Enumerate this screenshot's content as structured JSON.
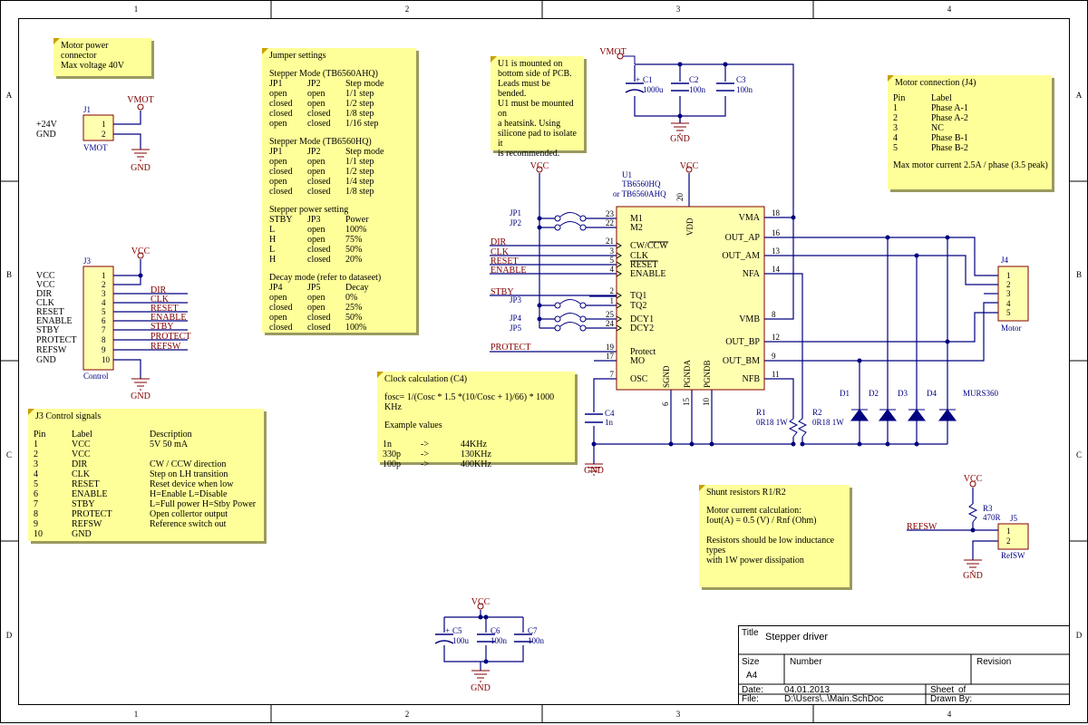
{
  "title_block": {
    "title_label": "Title",
    "title": "Stepper driver",
    "size_label": "Size",
    "size": "A4",
    "number_label": "Number",
    "revision_label": "Revision",
    "date_label": "Date:",
    "date": "04.01.2013",
    "file_label": "File:",
    "file": "D:\\Users\\..\\Main.SchDoc",
    "sheet_label": "Sheet",
    "sheet_of": "of",
    "drawn_label": "Drawn By:"
  },
  "frame": {
    "cols": [
      "1",
      "2",
      "3",
      "4"
    ],
    "rows": [
      "A",
      "B",
      "C",
      "D"
    ]
  },
  "notes": {
    "motor_power": [
      "Motor power connector",
      "Max voltage 40V"
    ],
    "jumper": {
      "title": "Jumper settings",
      "sections": [
        {
          "heading": "Stepper Mode (TB6560AHQ)",
          "rows": [
            [
              "JP1",
              "JP2",
              "Step mode"
            ],
            [
              "open",
              "open",
              "1/1 step"
            ],
            [
              "closed",
              "open",
              "1/2 step"
            ],
            [
              "closed",
              "closed",
              "1/8 step"
            ],
            [
              "open",
              "closed",
              "1/16 step"
            ]
          ]
        },
        {
          "heading": "Stepper Mode (TB6560HQ)",
          "rows": [
            [
              "JP1",
              "JP2",
              "Step mode"
            ],
            [
              "open",
              "open",
              "1/1 step"
            ],
            [
              "closed",
              "open",
              "1/2 step"
            ],
            [
              "open",
              "closed",
              "1/4 step"
            ],
            [
              "closed",
              "closed",
              "1/8 step"
            ]
          ]
        },
        {
          "heading": "Stepper power setting",
          "rows": [
            [
              "STBY",
              "JP3",
              "Power"
            ],
            [
              "L",
              "open",
              "100%"
            ],
            [
              "H",
              "open",
              "75%"
            ],
            [
              "L",
              "closed",
              "50%"
            ],
            [
              "H",
              "closed",
              "20%"
            ]
          ]
        },
        {
          "heading": "Decay mode (refer to dataseet)",
          "rows": [
            [
              "JP4",
              "JP5",
              "Decay"
            ],
            [
              "open",
              "open",
              "0%"
            ],
            [
              "closed",
              "open",
              "25%"
            ],
            [
              "open",
              "closed",
              "50%"
            ],
            [
              "closed",
              "closed",
              "100%"
            ]
          ]
        }
      ]
    },
    "u1_mount": [
      "U1 is mounted on",
      "bottom side of PCB.",
      "Leads must be bended.",
      "U1 must be mounted on",
      "a heatsink. Using",
      "silicone pad to isolate it",
      "is recommended."
    ],
    "motor_conn": {
      "title": "Motor connection (J4)",
      "rows": [
        [
          "Pin",
          "Label"
        ],
        [
          "1",
          "Phase A-1"
        ],
        [
          "2",
          "Phase A-2"
        ],
        [
          "3",
          "NC"
        ],
        [
          "4",
          "Phase B-1"
        ],
        [
          "5",
          "Phase B-2"
        ]
      ],
      "footer": "Max motor current 2.5A / phase (3.5 peak)"
    },
    "j3_control": {
      "title": "J3 Control signals",
      "rows": [
        [
          "Pin",
          "Label",
          "Description"
        ],
        [
          "1",
          "VCC",
          "5V 50 mA"
        ],
        [
          "2",
          "VCC",
          ""
        ],
        [
          "3",
          "DIR",
          "CW / CCW direction"
        ],
        [
          "4",
          "CLK",
          "Step on LH transition"
        ],
        [
          "5",
          "RESET",
          "Reset device when low"
        ],
        [
          "6",
          "ENABLE",
          "H=Enable L=Disable"
        ],
        [
          "7",
          "STBY",
          "L=Full power  H=Stby Power"
        ],
        [
          "8",
          "PROTECT",
          "Open collertor output"
        ],
        [
          "9",
          "REFSW",
          "Reference switch out"
        ],
        [
          "10",
          "GND",
          ""
        ]
      ]
    },
    "clock": {
      "title": "Clock calculation (C4)",
      "formula": "fosc= 1/(Cosc * 1.5 *(10/Cosc + 1)/66) * 1000 KHz",
      "sub": "Example values",
      "rows": [
        [
          "1n",
          "->",
          "44KHz"
        ],
        [
          "330p",
          "->",
          "130KHz"
        ],
        [
          "100p",
          "->",
          "400KHz"
        ]
      ]
    },
    "shunt": {
      "title": "Shunt resistors R1/R2",
      "lines": [
        "Motor current calculation:",
        "Iout(A) = 0.5 (V)  / Rnf (Ohm)",
        "",
        "Resistors should be low inductance types",
        "with 1W power dissipation"
      ]
    }
  },
  "schematic": {
    "nets": {
      "vmot": "VMOT",
      "vcc": "VCC",
      "gnd": "GND"
    },
    "j1": {
      "ref": "J1",
      "name": "VMOT",
      "pins": [
        "1",
        "2"
      ],
      "labels": [
        "+24V",
        "GND"
      ]
    },
    "j3": {
      "ref": "J3",
      "name": "Control",
      "pins": [
        "1",
        "2",
        "3",
        "4",
        "5",
        "6",
        "7",
        "8",
        "9",
        "10"
      ],
      "labels": [
        "VCC",
        "VCC",
        "DIR",
        "CLK",
        "RESET",
        "ENABLE",
        "STBY",
        "PROTECT",
        "REFSW",
        "GND"
      ],
      "nets": [
        "",
        "",
        "DIR",
        "CLK",
        "RESET",
        "ENABLE",
        "STBY",
        "PROTECT",
        "REFSW",
        ""
      ]
    },
    "u1": {
      "ref": "U1",
      "part1": "TB6560HQ",
      "part2": "or TB6560AHQ",
      "left_pins": [
        [
          "23",
          "M1"
        ],
        [
          "22",
          "M2"
        ],
        [
          "21",
          "CW/CCW"
        ],
        [
          "3",
          "CLK"
        ],
        [
          "5",
          "RESET"
        ],
        [
          "4",
          "ENABLE"
        ],
        [
          "2",
          "TQ1"
        ],
        [
          "1",
          "TQ2"
        ],
        [
          "25",
          "DCY1"
        ],
        [
          "24",
          "DCY2"
        ],
        [
          "19",
          "Protect"
        ],
        [
          "17",
          "MO"
        ],
        [
          "7",
          "OSC"
        ]
      ],
      "right_pins": [
        [
          "18",
          "VMA"
        ],
        [
          "16",
          "OUT_AP"
        ],
        [
          "13",
          "OUT_AM"
        ],
        [
          "14",
          "NFA"
        ],
        [
          "8",
          "VMB"
        ],
        [
          "12",
          "OUT_BP"
        ],
        [
          "9",
          "OUT_BM"
        ],
        [
          "11",
          "NFB"
        ]
      ],
      "top_pin": [
        "20",
        "VDD"
      ],
      "bottom_pins": [
        [
          "6",
          "SGND"
        ],
        [
          "15",
          "PGNDA"
        ],
        [
          "10",
          "PGNDB"
        ]
      ]
    },
    "u1_nets": [
      "DIR",
      "CLK",
      "RESET",
      "ENABLE",
      "STBY",
      "PROTECT"
    ],
    "jumpers": [
      "JP1",
      "JP2",
      "JP3",
      "JP4",
      "JP5"
    ],
    "caps_top": [
      {
        "ref": "C1",
        "val": "1000u"
      },
      {
        "ref": "C2",
        "val": "100n"
      },
      {
        "ref": "C3",
        "val": "100n"
      }
    ],
    "caps_bottom": [
      {
        "ref": "C5",
        "val": "100u"
      },
      {
        "ref": "C6",
        "val": "100n"
      },
      {
        "ref": "C7",
        "val": "100n"
      }
    ],
    "c4": {
      "ref": "C4",
      "val": "1n"
    },
    "resistors": [
      {
        "ref": "R1",
        "val": "0R18 1W"
      },
      {
        "ref": "R2",
        "val": "0R18 1W"
      }
    ],
    "diodes": {
      "refs": [
        "D1",
        "D2",
        "D3",
        "D4"
      ],
      "part": "MURS360"
    },
    "j4": {
      "ref": "J4",
      "name": "Motor",
      "pins": [
        "1",
        "2",
        "3",
        "4",
        "5"
      ]
    },
    "r3": {
      "ref": "R3",
      "val": "470R"
    },
    "j5": {
      "ref": "J5",
      "name": "RefSW",
      "pins": [
        "1",
        "2"
      ],
      "net": "REFSW"
    }
  }
}
